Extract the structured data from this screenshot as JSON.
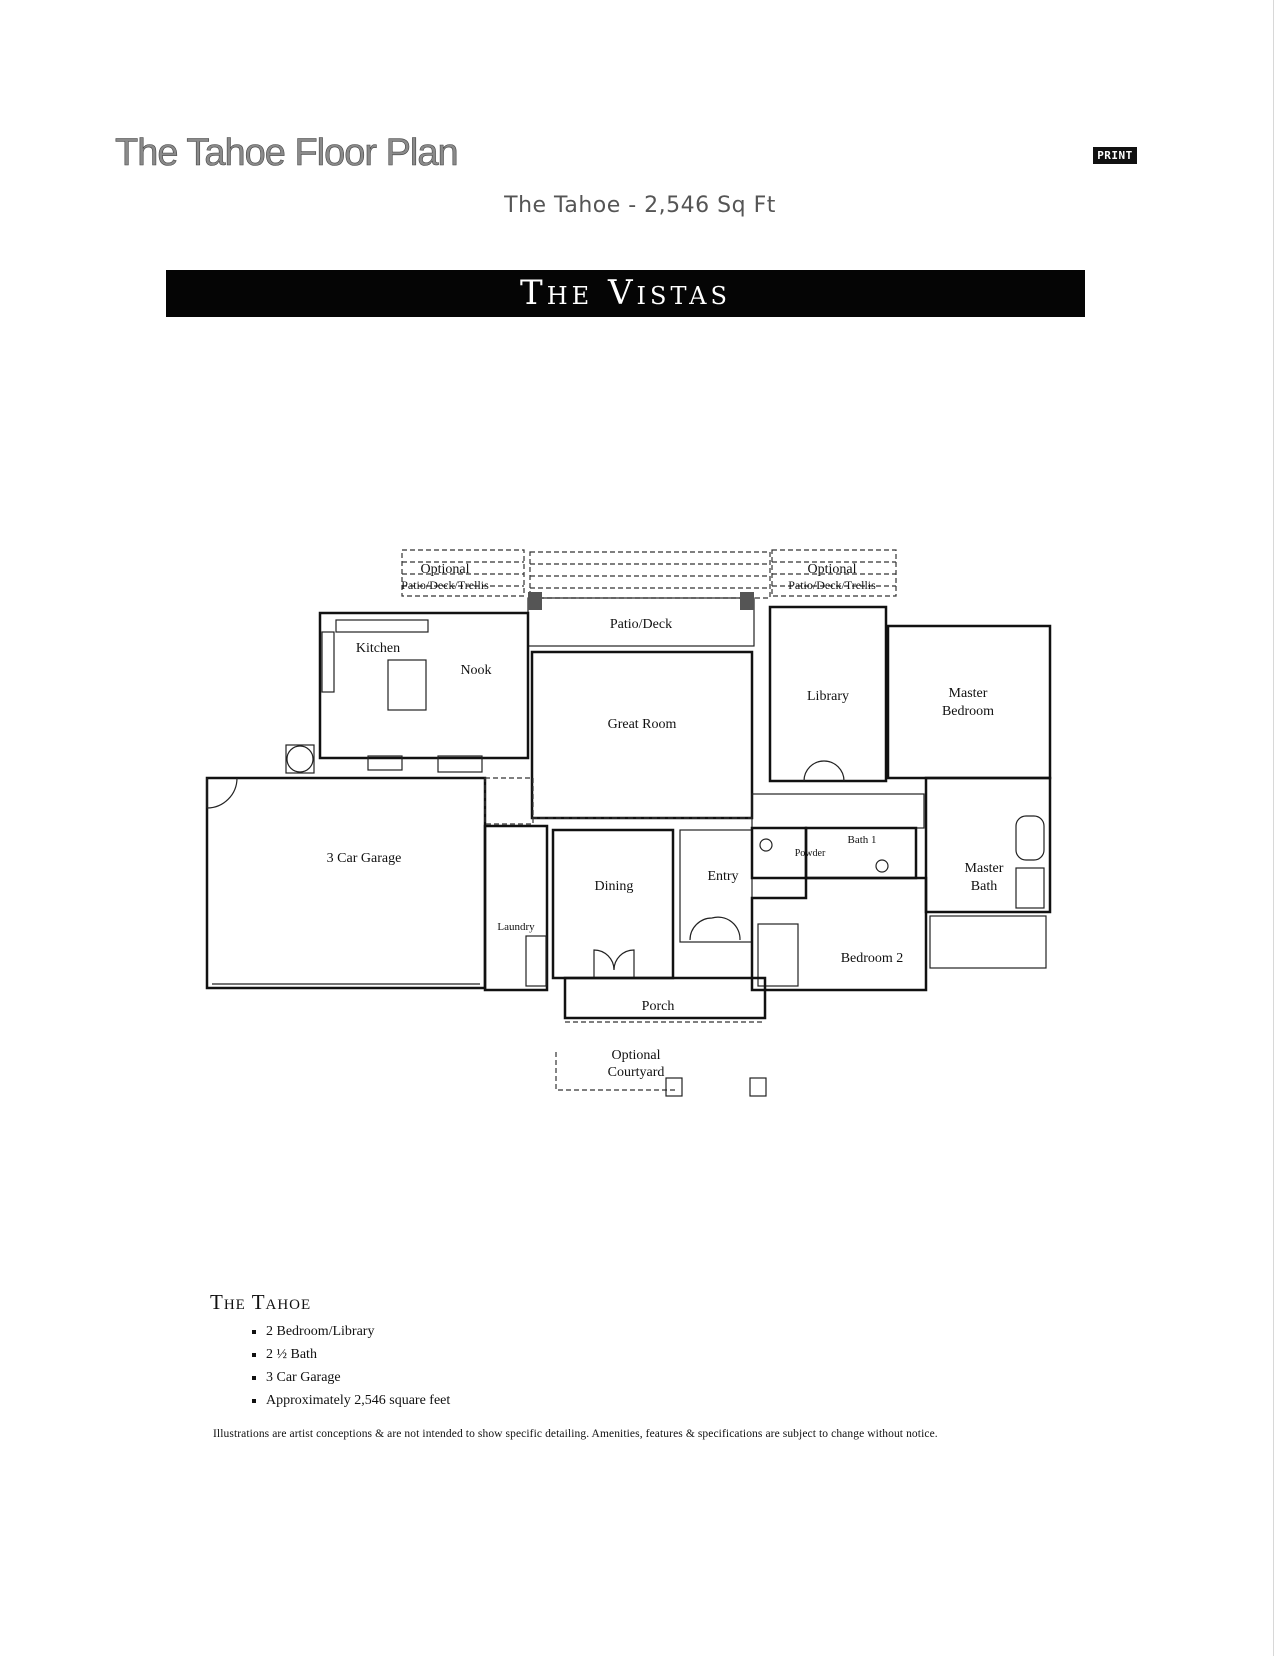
{
  "header": {
    "title": "The Tahoe Floor Plan",
    "print_label": "PRINT",
    "subtitle": "The Tahoe - 2,546 Sq Ft",
    "banner": "The Vistas"
  },
  "floorplan": {
    "rooms": {
      "optional_patio_left_1": "Optional",
      "optional_patio_left_2": "Patio/Deck/Trellis",
      "optional_patio_right_1": "Optional",
      "optional_patio_right_2": "Patio/Deck/Trellis",
      "patio_deck": "Patio/Deck",
      "kitchen": "Kitchen",
      "nook": "Nook",
      "great_room": "Great Room",
      "library": "Library",
      "master_bedroom_1": "Master",
      "master_bedroom_2": "Bedroom",
      "garage": "3 Car Garage",
      "powder": "Powder",
      "bath": "Bath 1",
      "master_bath_1": "Master",
      "master_bath_2": "Bath",
      "dining": "Dining",
      "entry": "Entry",
      "laundry": "Laundry",
      "bedroom_2": "Bedroom 2",
      "porch": "Porch",
      "courtyard_1": "Optional",
      "courtyard_2": "Courtyard"
    }
  },
  "features": {
    "title": "The Tahoe",
    "items": [
      "2 Bedroom/Library",
      "2 ½ Bath",
      "3 Car Garage",
      "Approximately 2,546 square feet"
    ]
  },
  "disclaimer": "Illustrations are artist conceptions & are not intended to show specific detailing. Amenities, features & specifications are subject to change without notice."
}
